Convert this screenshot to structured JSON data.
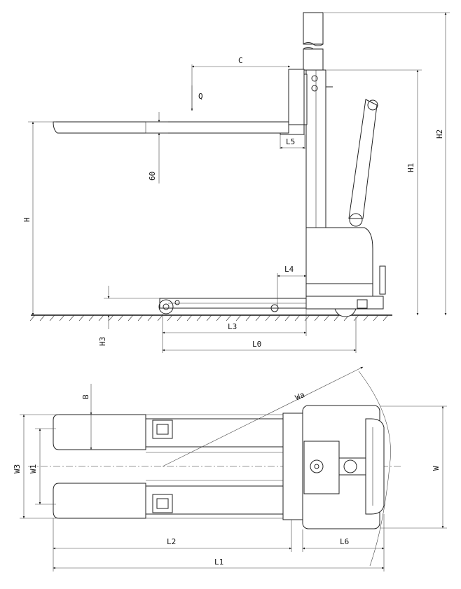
{
  "drawing": {
    "side_view_labels": {
      "C": "C",
      "Q": "Q",
      "L5": "L5",
      "H1": "H1",
      "H2": "H2",
      "H": "H",
      "sixty": "60",
      "L4": "L4",
      "H3": "H3",
      "L3": "L3",
      "L0": "L0"
    },
    "top_view_labels": {
      "B": "B",
      "Wa": "Wa",
      "W3": "W3",
      "W1": "W1",
      "W": "W",
      "L2": "L2",
      "L6": "L6",
      "L1": "L1"
    }
  }
}
